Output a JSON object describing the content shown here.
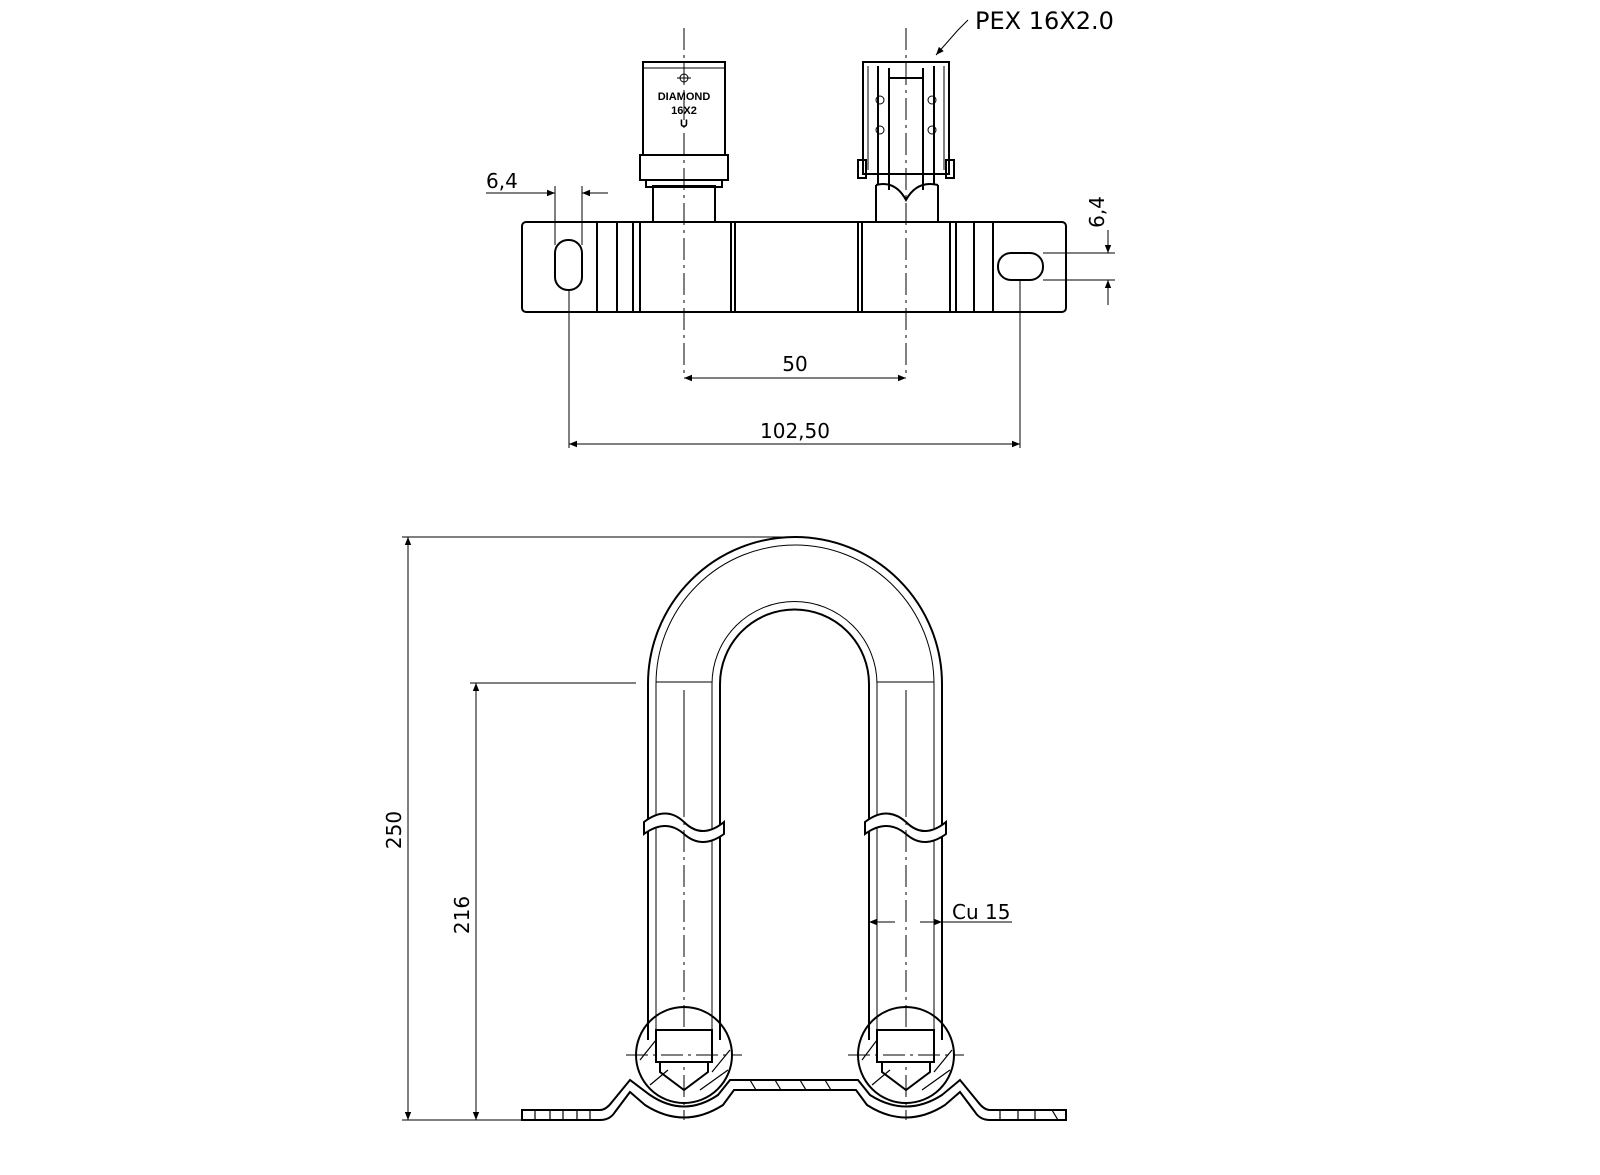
{
  "drawing": {
    "pipe_label": "PEX 16X2.0",
    "fitting_marking": [
      "DIAMOND",
      "16X2",
      "U"
    ],
    "material_label": "Cu 15",
    "dimensions": {
      "slot_width_top": "6,4",
      "slot_width_side": "6,4",
      "center_distance": "50",
      "mount_distance": "102,50",
      "overall_height": "250",
      "leg_height": "216"
    }
  }
}
